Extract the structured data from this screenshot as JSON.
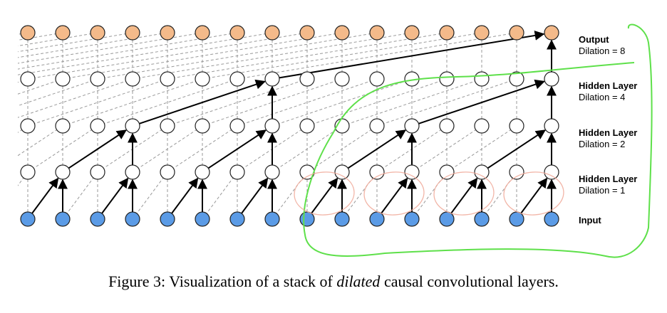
{
  "diagram": {
    "columns": 16,
    "layers": [
      {
        "name": "Output",
        "sub": "Dilation = 8",
        "dilation": 8,
        "color": "#F4BA8A"
      },
      {
        "name": "Hidden Layer",
        "sub": "Dilation = 4",
        "dilation": 4,
        "color": "#FFFFFF"
      },
      {
        "name": "Hidden Layer",
        "sub": "Dilation = 2",
        "dilation": 2,
        "color": "#FFFFFF"
      },
      {
        "name": "Hidden Layer",
        "sub": "Dilation = 1",
        "dilation": 1,
        "color": "#FFFFFF"
      },
      {
        "name": "Input",
        "sub": "",
        "dilation": 0,
        "color": "#5B9BE6"
      }
    ],
    "annotation_colors": {
      "green": "#5EE04A",
      "red": "#F0A898"
    }
  },
  "caption": {
    "prefix": "Figure 3: Visualization of a stack of ",
    "emph": "dilated",
    "suffix": " causal convolutional layers."
  }
}
